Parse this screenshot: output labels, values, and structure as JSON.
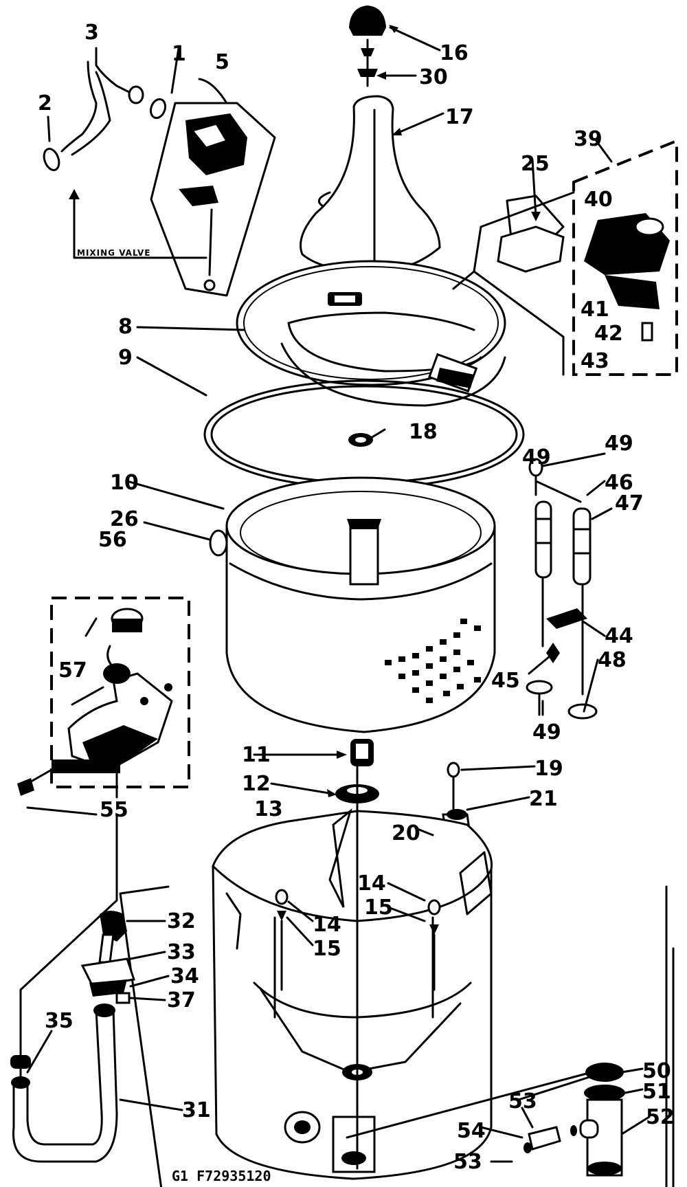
{
  "diagram": {
    "part_numbers": [
      "1",
      "2",
      "3",
      "5",
      "8",
      "9",
      "10",
      "11",
      "12",
      "13",
      "14",
      "14",
      "15",
      "15",
      "16",
      "17",
      "18",
      "19",
      "20",
      "21",
      "25",
      "26",
      "30",
      "31",
      "32",
      "33",
      "34",
      "35",
      "37",
      "39",
      "40",
      "41",
      "42",
      "43",
      "44",
      "45",
      "46",
      "47",
      "48",
      "49",
      "49",
      "49",
      "50",
      "51",
      "52",
      "53",
      "53",
      "54",
      "55",
      "56",
      "57"
    ],
    "mixing_valve_label": "MIXING VALVE",
    "footer_code": "G1 F72935120"
  }
}
